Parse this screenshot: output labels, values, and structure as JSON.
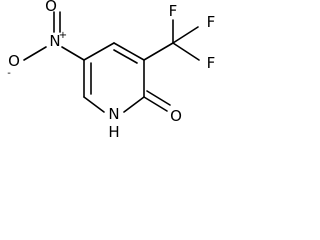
{
  "molecule": {
    "atoms": {
      "nitro_o_minus": "O",
      "nitro_o_minus_charge": "-",
      "nitro_n": "N",
      "nitro_n_charge": "+",
      "nitro_o_double": "O",
      "ring_nh": "H",
      "ring_n": "N",
      "carbonyl_o": "O",
      "f_top": "F",
      "f_right_top": "F",
      "f_right": "F"
    },
    "colors": {
      "stroke": "#000000",
      "text": "#000000",
      "background": "#ffffff"
    }
  }
}
